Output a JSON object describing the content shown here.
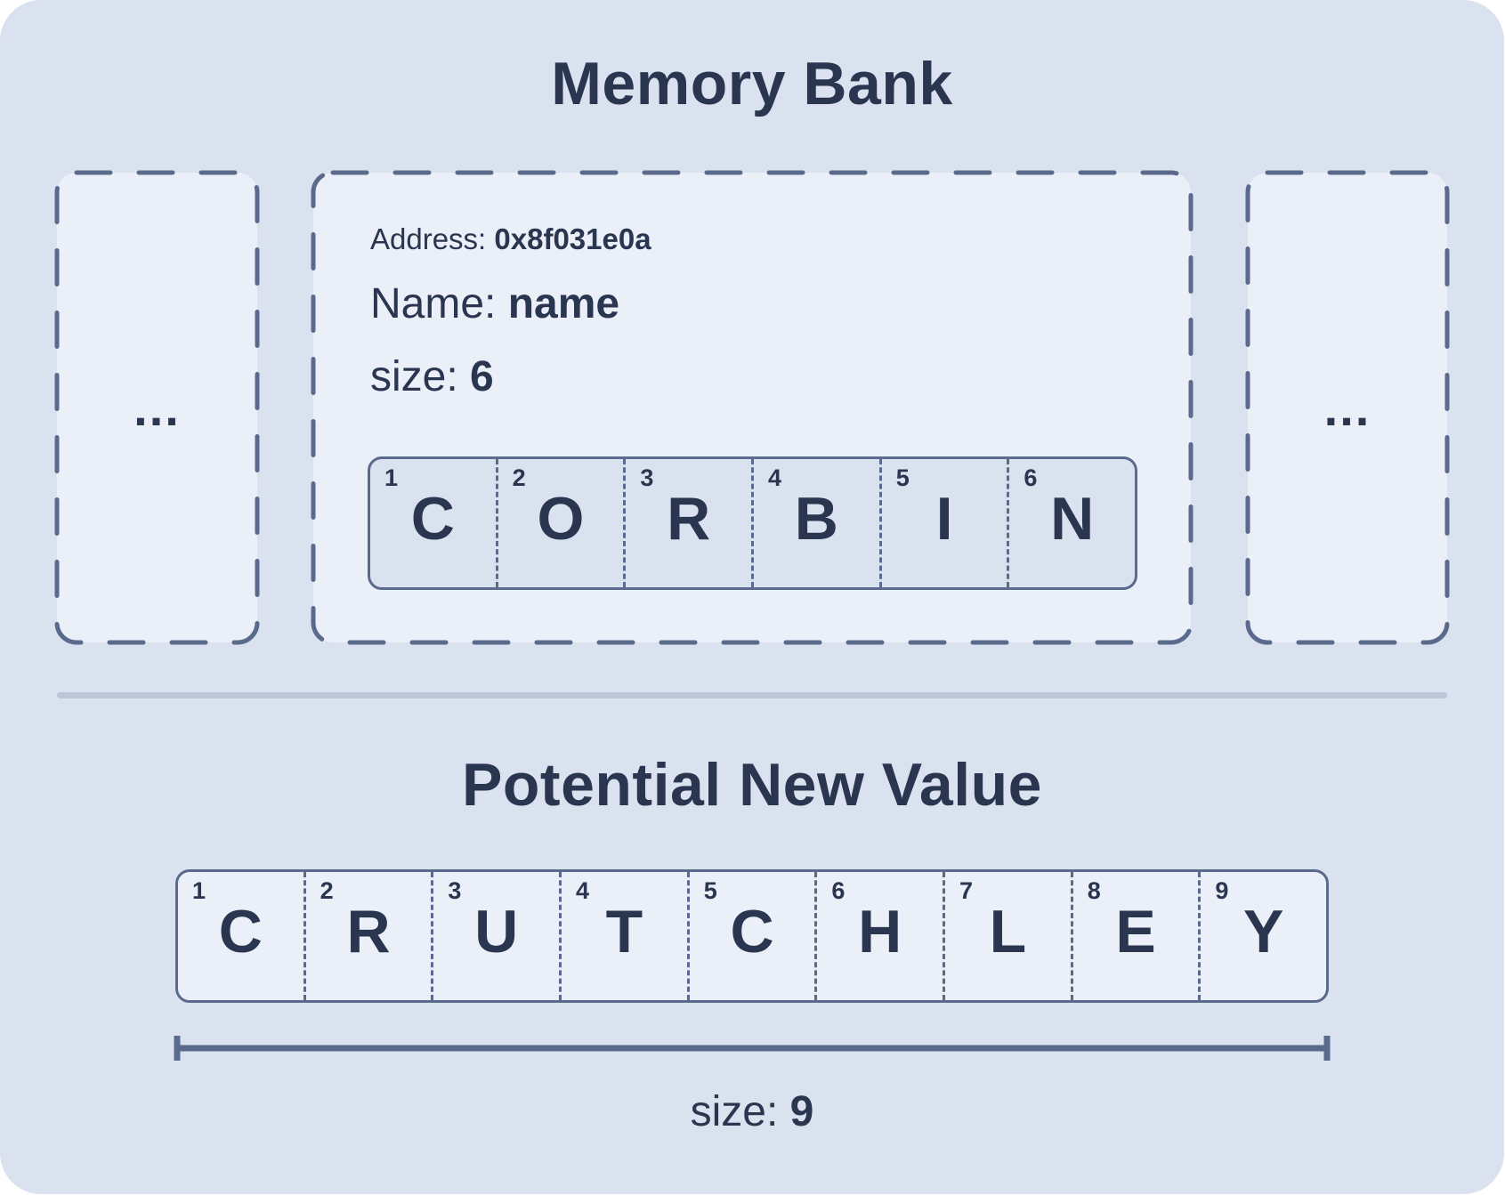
{
  "memory_bank": {
    "title": "Memory Bank",
    "left_slot_text": "...",
    "right_slot_text": "...",
    "current": {
      "address_label": "Address:",
      "address_value": "0x8f031e0a",
      "name_label": "Name:",
      "name_value": "name",
      "size_label": "size:",
      "size_value": "6",
      "cells": [
        {
          "index": "1",
          "char": "C"
        },
        {
          "index": "2",
          "char": "O"
        },
        {
          "index": "3",
          "char": "R"
        },
        {
          "index": "4",
          "char": "B"
        },
        {
          "index": "5",
          "char": "I"
        },
        {
          "index": "6",
          "char": "N"
        }
      ]
    }
  },
  "new_value": {
    "title": "Potential New Value",
    "size_label": "size:",
    "size_value": "9",
    "cells": [
      {
        "index": "1",
        "char": "C"
      },
      {
        "index": "2",
        "char": "R"
      },
      {
        "index": "3",
        "char": "U"
      },
      {
        "index": "4",
        "char": "T"
      },
      {
        "index": "5",
        "char": "C"
      },
      {
        "index": "6",
        "char": "H"
      },
      {
        "index": "7",
        "char": "L"
      },
      {
        "index": "8",
        "char": "E"
      },
      {
        "index": "9",
        "char": "Y"
      }
    ]
  },
  "colors": {
    "panel_background": "#dae2f0",
    "slot_background": "#ebeff8",
    "border": "#5a6a8c",
    "text": "#2a3550",
    "divider": "#bcc6d8"
  }
}
